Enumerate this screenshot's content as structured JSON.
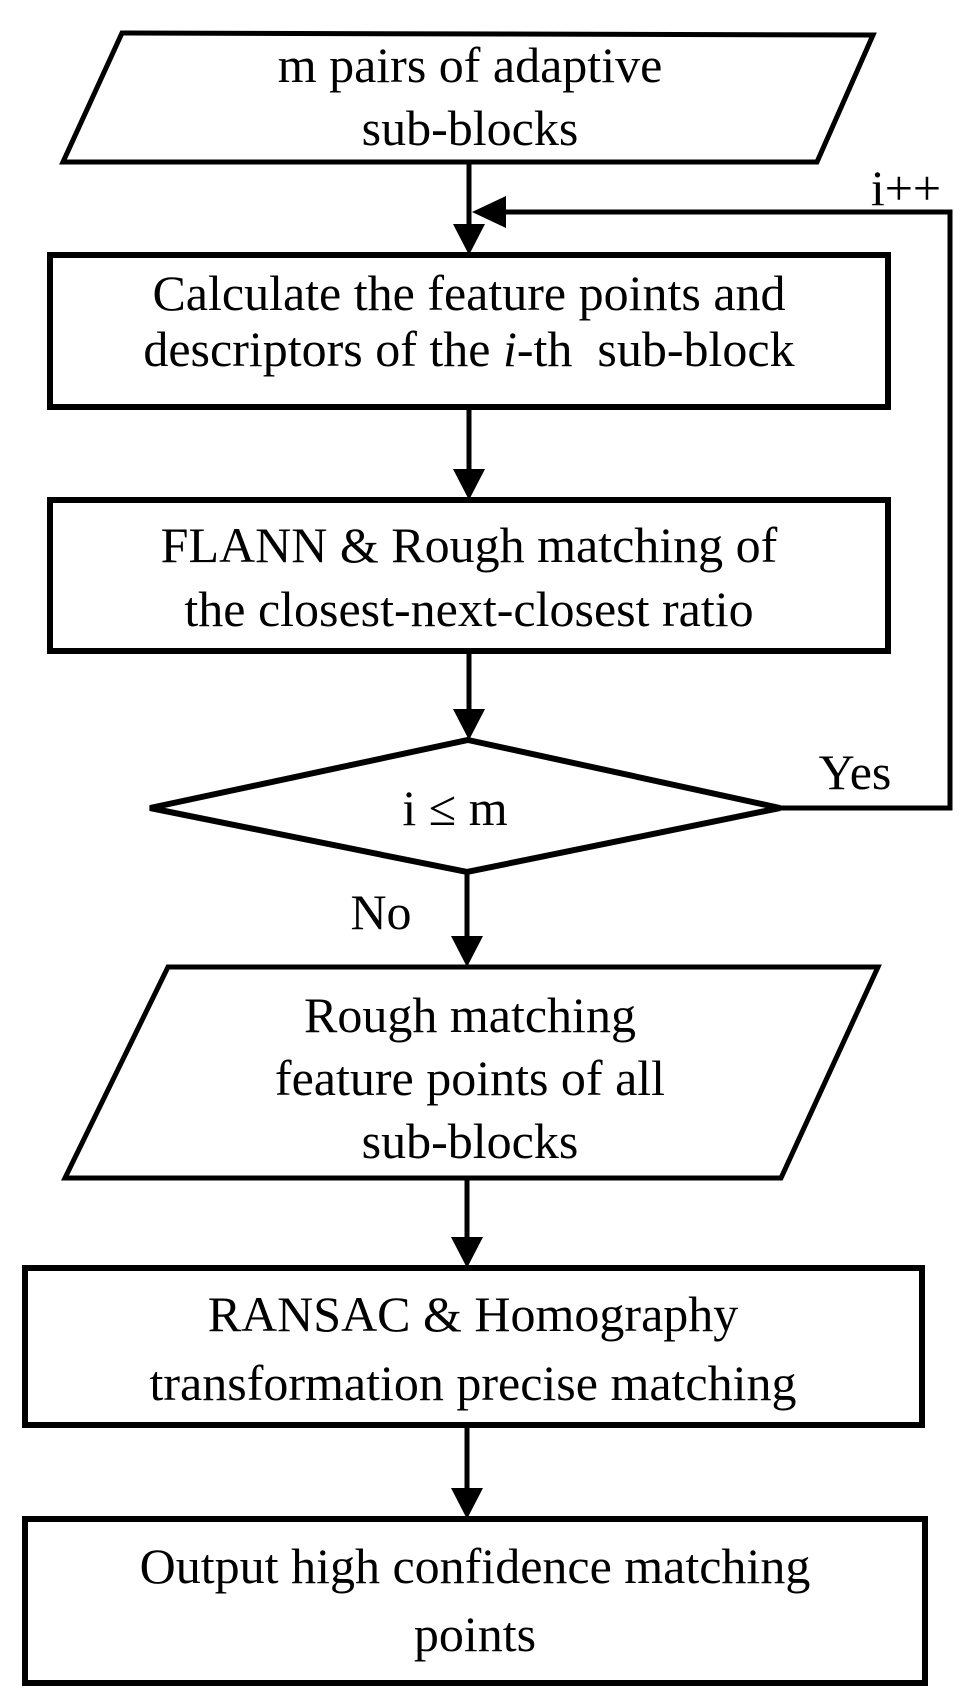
{
  "figure": {
    "title": "feature matching flowchart",
    "background_color": "#ffffff",
    "ink_color": "#000000",
    "nodes": {
      "input": {
        "shape": "parallelogram",
        "line1": "m pairs of adaptive",
        "line2": "sub-blocks"
      },
      "calc": {
        "shape": "process",
        "line1": "Calculate the feature points and",
        "line2_pre": "descriptors of the ",
        "line2_var": "i",
        "line2_post": "-th  sub-block"
      },
      "flann": {
        "shape": "process",
        "line1": "FLANN & Rough matching of",
        "line2": "the closest-next-closest ratio"
      },
      "decision": {
        "shape": "decision",
        "label": "i ≤ m"
      },
      "collect": {
        "shape": "parallelogram",
        "line1": "Rough matching",
        "line2": "feature points of all",
        "line3": "sub-blocks"
      },
      "ransac": {
        "shape": "process",
        "line1": "RANSAC & Homography",
        "line2": "transformation precise matching"
      },
      "output": {
        "shape": "process",
        "line1": "Output high confidence matching",
        "line2": "points"
      }
    },
    "edge_labels": {
      "loop": "i++",
      "yes": "Yes",
      "no": "No"
    }
  }
}
